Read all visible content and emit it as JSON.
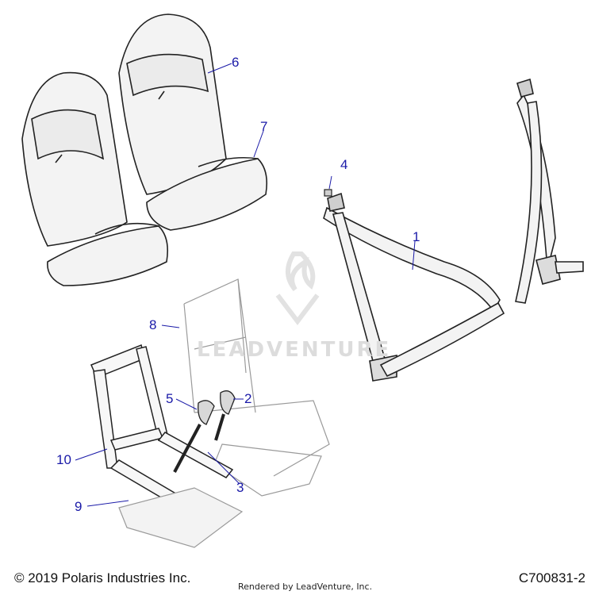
{
  "callouts": {
    "c1": "1",
    "c2": "2",
    "c3": "3",
    "c4": "4",
    "c5": "5",
    "c6": "6",
    "c7": "7",
    "c8": "8",
    "c9": "9",
    "c10": "10"
  },
  "footer": {
    "copyright": "© 2019 Polaris Industries Inc.",
    "rendered_by": "Rendered by LeadVenture, Inc.",
    "diagram_id": "C700831-2"
  },
  "watermark": {
    "text": "LEADVENTURE"
  },
  "colors": {
    "callout": "#1a1aa8",
    "line": "#222222",
    "fill": "#f4f4f4",
    "watermark": "#dcdcdc"
  }
}
